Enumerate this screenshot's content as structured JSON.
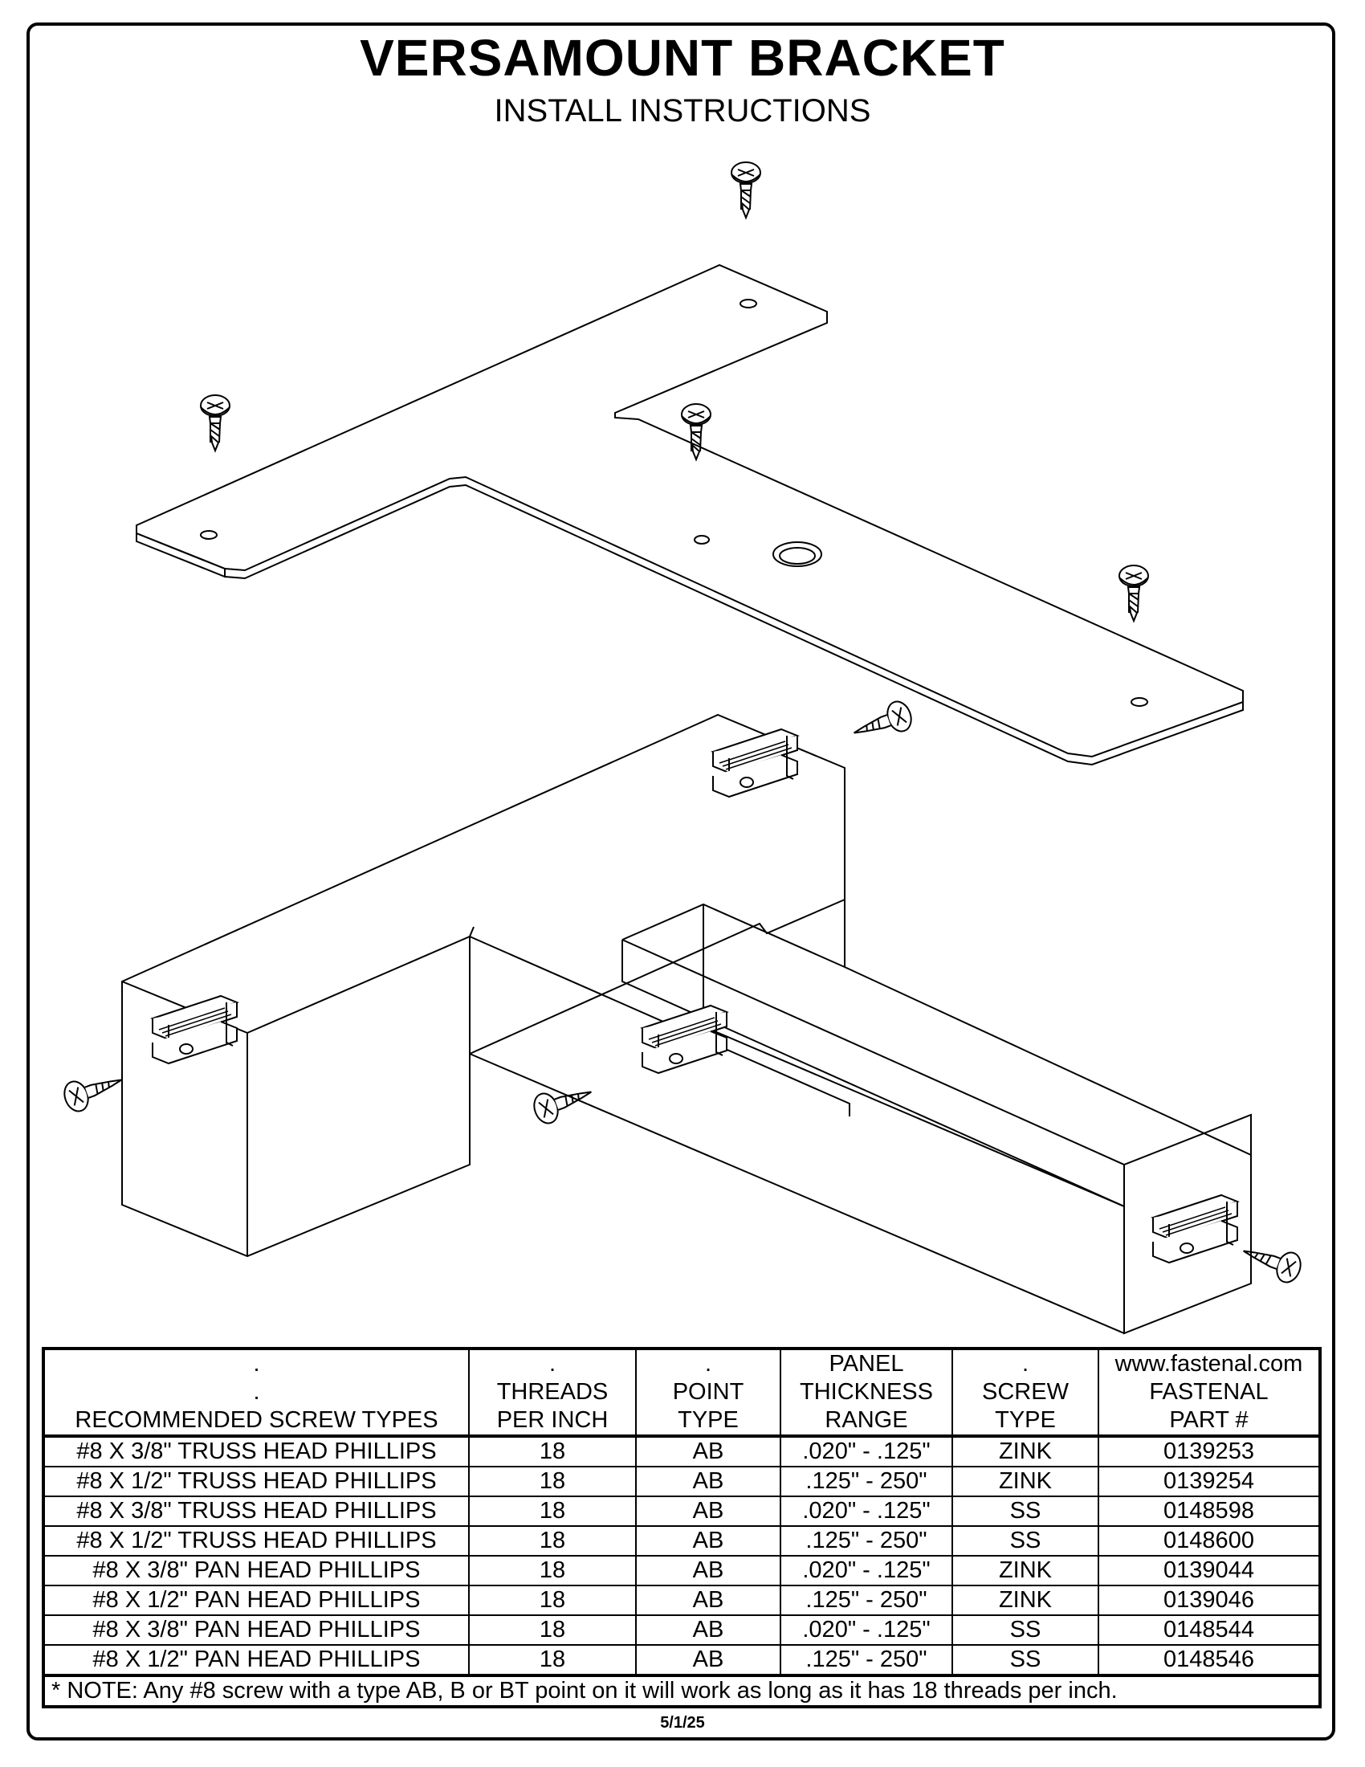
{
  "header": {
    "title": "VERSAMOUNT BRACKET",
    "subtitle": "INSTALL INSTRUCTIONS"
  },
  "table": {
    "columns": [
      {
        "lines": [
          ".",
          ".",
          "RECOMMENDED SCREW TYPES"
        ]
      },
      {
        "lines": [
          ".",
          "THREADS",
          "PER INCH"
        ]
      },
      {
        "lines": [
          ".",
          "POINT",
          "TYPE"
        ]
      },
      {
        "lines": [
          "PANEL",
          "THICKNESS",
          "RANGE"
        ]
      },
      {
        "lines": [
          ".",
          "SCREW",
          "TYPE"
        ]
      },
      {
        "lines": [
          "www.fastenal.com",
          "FASTENAL",
          "PART #"
        ]
      }
    ],
    "rows": [
      [
        "#8 X 3/8\" TRUSS HEAD PHILLIPS",
        "18",
        "AB",
        ".020\" - .125\"",
        "ZINK",
        "0139253"
      ],
      [
        "#8 X 1/2\" TRUSS HEAD PHILLIPS",
        "18",
        "AB",
        ".125\" - 250\"",
        "ZINK",
        "0139254"
      ],
      [
        "#8 X 3/8\" TRUSS HEAD PHILLIPS",
        "18",
        "AB",
        ".020\" - .125\"",
        "SS",
        "0148598"
      ],
      [
        "#8 X 1/2\" TRUSS HEAD PHILLIPS",
        "18",
        "AB",
        ".125\" - 250\"",
        "SS",
        "0148600"
      ],
      [
        "#8 X 3/8\" PAN HEAD PHILLIPS",
        "18",
        "AB",
        ".020\" - .125\"",
        "ZINK",
        "0139044"
      ],
      [
        "#8 X 1/2\" PAN HEAD PHILLIPS",
        "18",
        "AB",
        ".125\" - 250\"",
        "ZINK",
        "0139046"
      ],
      [
        "#8 X 3/8\" PAN HEAD PHILLIPS",
        "18",
        "AB",
        ".020\" - .125\"",
        "SS",
        "0148544"
      ],
      [
        "#8 X 1/2\" PAN HEAD PHILLIPS",
        "18",
        "AB",
        ".125\" - 250\"",
        "SS",
        "0148546"
      ]
    ],
    "note": "* NOTE: Any #8 screw with a type AB, B or BT point on it will work as long as it has 18 threads per inch."
  },
  "footer": {
    "date": "5/1/25"
  }
}
